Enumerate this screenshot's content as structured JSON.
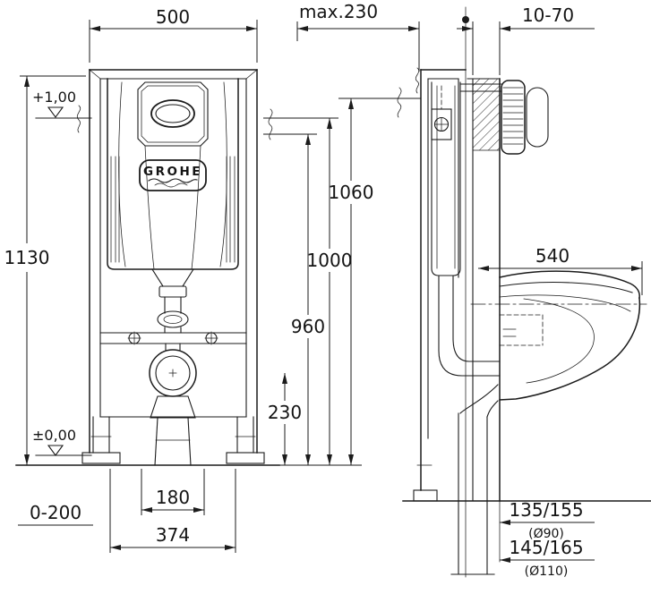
{
  "drawing": {
    "brand": "GROHE",
    "type": "installation-dimension-drawing"
  },
  "labels": {
    "w500": "500",
    "max230": "max.230",
    "range1070": "10-70",
    "h1130": "1130",
    "lvl_plus": "+1,00",
    "lvl_zero": "±0,00",
    "h1060": "1060",
    "h1000": "1000",
    "h960": "960",
    "h230": "230",
    "d540": "540",
    "feet": "0-200",
    "w180": "180",
    "w374": "374",
    "out1": "135/155",
    "out1d": "(Ø90)",
    "out2": "145/165",
    "out2d": "(Ø110)",
    "brand": "GROHE"
  }
}
